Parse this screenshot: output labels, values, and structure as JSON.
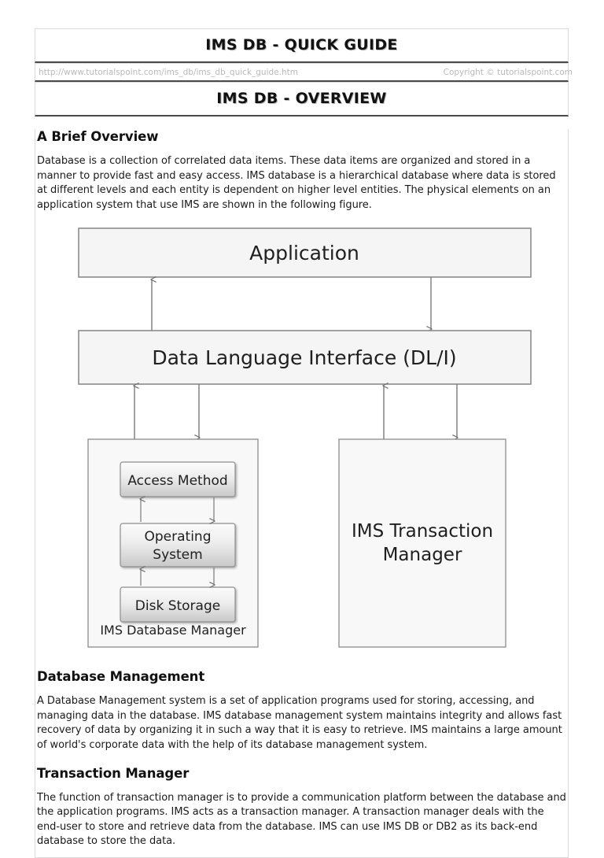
{
  "page": {
    "guide_title": "IMS DB - QUICK GUIDE",
    "url": "http://www.tutorialspoint.com/ims_db/ims_db_quick_guide.htm",
    "copyright": "Copyright © tutorialspoint.com",
    "chapter_title": "IMS DB - OVERVIEW"
  },
  "sections": [
    {
      "heading": "A Brief Overview",
      "paragraph": "Database is a collection of correlated data items. These data items are organized and stored in a manner to provide fast and easy access. IMS database is a hierarchical database where data is stored at different levels and each entity is dependent on higher level entities. The physical elements on an application system that use IMS are shown in the following figure."
    },
    {
      "heading": "Database Management",
      "paragraph": "A Database Management system is a set of application programs used for storing, accessing, and managing data in the database. IMS database management system maintains integrity and allows fast recovery of data by organizing it in such a way that it is easy to retrieve. IMS maintains a large amount of world's corporate data with the help of its database management system."
    },
    {
      "heading": "Transaction Manager",
      "paragraph": "The function of transaction manager is to provide a communication platform between the database and the application programs. IMS acts as a transaction manager. A transaction manager deals with the end-user to store and retrieve data from the database. IMS can use IMS DB or DB2 as its back-end database to store the data."
    }
  ],
  "diagram": {
    "boxes": {
      "application": "Application",
      "dli": "Data Language Interface (DL/I)",
      "access_method": "Access Method",
      "operating_system_line1": "Operating",
      "operating_system_line2": "System",
      "disk_storage": "Disk Storage",
      "ims_database_manager": "IMS Database Manager",
      "ims_transaction_manager_line1": "IMS Transaction",
      "ims_transaction_manager_line2": "Manager"
    },
    "colors": {
      "box_fill": "#f5f5f5",
      "box_stroke": "#8c8c8c",
      "inner_box_stroke": "#8f8f8f",
      "arrow_stroke": "#7a7a7a",
      "text": "#1f1f1f"
    }
  }
}
